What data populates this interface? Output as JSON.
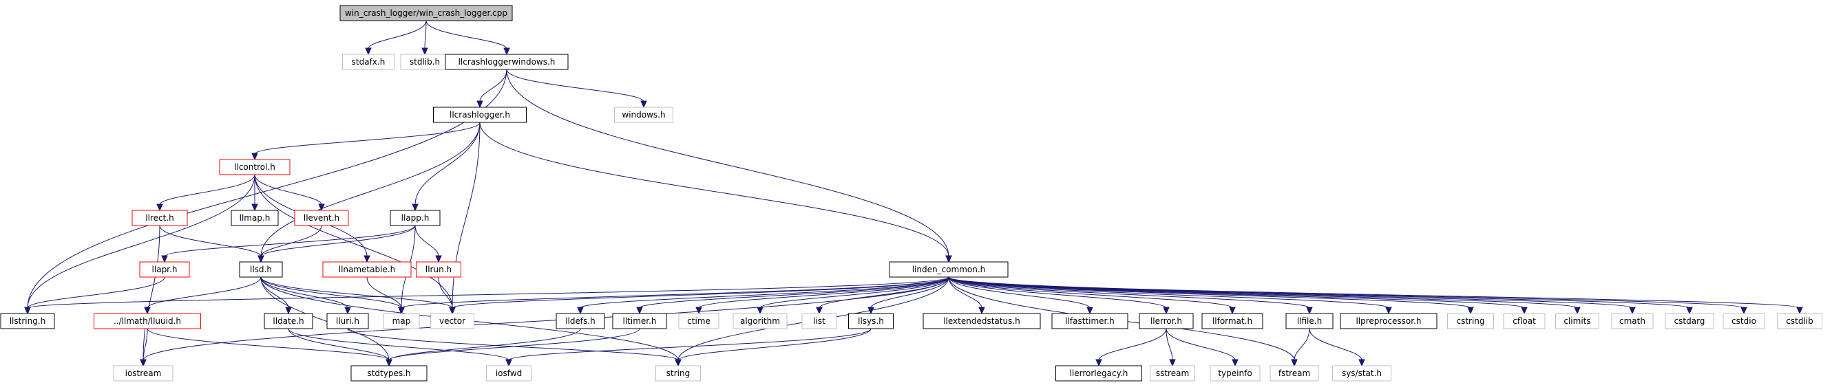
{
  "graph": {
    "nodes": [
      {
        "id": "root",
        "label": "win_crash_logger/win_crash_logger.cpp",
        "style": "root"
      },
      {
        "id": "stdafx",
        "label": "stdafx.h",
        "style": "gray"
      },
      {
        "id": "stdlib_h",
        "label": "stdlib.h",
        "style": "gray"
      },
      {
        "id": "llcrashloggerwindows",
        "label": "llcrashloggerwindows.h",
        "style": "black"
      },
      {
        "id": "windows",
        "label": "windows.h",
        "style": "gray"
      },
      {
        "id": "llcrashlogger",
        "label": "llcrashlogger.h",
        "style": "black"
      },
      {
        "id": "llcontrol",
        "label": "llcontrol.h",
        "style": "red"
      },
      {
        "id": "llrect",
        "label": "llrect.h",
        "style": "red"
      },
      {
        "id": "llmap",
        "label": "llmap.h",
        "style": "black"
      },
      {
        "id": "llevent",
        "label": "llevent.h",
        "style": "red"
      },
      {
        "id": "llapp",
        "label": "llapp.h",
        "style": "black"
      },
      {
        "id": "llapr",
        "label": "llapr.h",
        "style": "red"
      },
      {
        "id": "llsd",
        "label": "llsd.h",
        "style": "black"
      },
      {
        "id": "llnametable",
        "label": "llnametable.h",
        "style": "red"
      },
      {
        "id": "llrun",
        "label": "llrun.h",
        "style": "red"
      },
      {
        "id": "linden_common",
        "label": "linden_common.h",
        "style": "black"
      },
      {
        "id": "llstring",
        "label": "llstring.h",
        "style": "black"
      },
      {
        "id": "lluuid",
        "label": "../llmath/lluuid.h",
        "style": "red"
      },
      {
        "id": "lldate",
        "label": "lldate.h",
        "style": "black"
      },
      {
        "id": "lluri",
        "label": "lluri.h",
        "style": "black"
      },
      {
        "id": "map",
        "label": "map",
        "style": "gray"
      },
      {
        "id": "vector",
        "label": "vector",
        "style": "gray"
      },
      {
        "id": "lldefs",
        "label": "lldefs.h",
        "style": "black"
      },
      {
        "id": "lltimer",
        "label": "lltimer.h",
        "style": "black"
      },
      {
        "id": "ctime",
        "label": "ctime",
        "style": "gray"
      },
      {
        "id": "algorithm",
        "label": "algorithm",
        "style": "gray"
      },
      {
        "id": "list",
        "label": "list",
        "style": "gray"
      },
      {
        "id": "llsys",
        "label": "llsys.h",
        "style": "black"
      },
      {
        "id": "llextendedstatus",
        "label": "llextendedstatus.h",
        "style": "black"
      },
      {
        "id": "llfasttimer",
        "label": "llfasttimer.h",
        "style": "black"
      },
      {
        "id": "llerror",
        "label": "llerror.h",
        "style": "black"
      },
      {
        "id": "llformat",
        "label": "llformat.h",
        "style": "black"
      },
      {
        "id": "llfile",
        "label": "llfile.h",
        "style": "black"
      },
      {
        "id": "llpreprocessor",
        "label": "llpreprocessor.h",
        "style": "black"
      },
      {
        "id": "cstring",
        "label": "cstring",
        "style": "gray"
      },
      {
        "id": "cfloat",
        "label": "cfloat",
        "style": "gray"
      },
      {
        "id": "climits",
        "label": "climits",
        "style": "gray"
      },
      {
        "id": "cmath",
        "label": "cmath",
        "style": "gray"
      },
      {
        "id": "cstdarg",
        "label": "cstdarg",
        "style": "gray"
      },
      {
        "id": "cstdio",
        "label": "cstdio",
        "style": "gray"
      },
      {
        "id": "cstdlib",
        "label": "cstdlib",
        "style": "gray"
      },
      {
        "id": "iostream",
        "label": "iostream",
        "style": "gray"
      },
      {
        "id": "stdtypes",
        "label": "stdtypes.h",
        "style": "black"
      },
      {
        "id": "iosfwd",
        "label": "iosfwd",
        "style": "gray"
      },
      {
        "id": "string",
        "label": "string",
        "style": "gray"
      },
      {
        "id": "llerrorlegacy",
        "label": "llerrorlegacy.h",
        "style": "black"
      },
      {
        "id": "sstream",
        "label": "sstream",
        "style": "gray"
      },
      {
        "id": "typeinfo",
        "label": "typeinfo",
        "style": "gray"
      },
      {
        "id": "fstream",
        "label": "fstream",
        "style": "gray"
      },
      {
        "id": "sys_stat",
        "label": "sys/stat.h",
        "style": "gray"
      }
    ],
    "edges": [
      [
        "root",
        "stdafx"
      ],
      [
        "root",
        "stdlib_h"
      ],
      [
        "root",
        "llcrashloggerwindows"
      ],
      [
        "llcrashloggerwindows",
        "llcrashlogger"
      ],
      [
        "llcrashloggerwindows",
        "windows"
      ],
      [
        "llcrashloggerwindows",
        "llstring"
      ],
      [
        "llcrashloggerwindows",
        "linden_common"
      ],
      [
        "llcrashlogger",
        "llcontrol"
      ],
      [
        "llcrashlogger",
        "llapp"
      ],
      [
        "llcrashlogger",
        "llsd"
      ],
      [
        "llcrashlogger",
        "vector"
      ],
      [
        "llcrashlogger",
        "linden_common"
      ],
      [
        "llcontrol",
        "llrect"
      ],
      [
        "llcontrol",
        "llmap"
      ],
      [
        "llcontrol",
        "llevent"
      ],
      [
        "llcontrol",
        "llstring"
      ],
      [
        "llcontrol",
        "vector"
      ],
      [
        "llcontrol",
        "llnametable"
      ],
      [
        "llrect",
        "llsd"
      ],
      [
        "llrect",
        "iostream"
      ],
      [
        "llevent",
        "llsd"
      ],
      [
        "llapp",
        "llapr"
      ],
      [
        "llapp",
        "llsd"
      ],
      [
        "llapp",
        "llrun"
      ],
      [
        "llapp",
        "map"
      ],
      [
        "llapr",
        "llstring"
      ],
      [
        "llrun",
        "vector"
      ],
      [
        "llsd",
        "lluuid"
      ],
      [
        "llsd",
        "lldate"
      ],
      [
        "llsd",
        "lluri"
      ],
      [
        "llsd",
        "map"
      ],
      [
        "llsd",
        "string"
      ],
      [
        "llsd",
        "vector"
      ],
      [
        "llsd",
        "stdtypes"
      ],
      [
        "llnametable",
        "map"
      ],
      [
        "lluuid",
        "iostream"
      ],
      [
        "lluuid",
        "stdtypes"
      ],
      [
        "lldate",
        "stdtypes"
      ],
      [
        "lldate",
        "iosfwd"
      ],
      [
        "lluri",
        "string"
      ],
      [
        "linden_common",
        "llstring"
      ],
      [
        "linden_common",
        "map"
      ],
      [
        "linden_common",
        "vector"
      ],
      [
        "linden_common",
        "lldefs"
      ],
      [
        "linden_common",
        "lltimer"
      ],
      [
        "linden_common",
        "ctime"
      ],
      [
        "linden_common",
        "algorithm"
      ],
      [
        "linden_common",
        "list"
      ],
      [
        "linden_common",
        "llsys"
      ],
      [
        "linden_common",
        "llextendedstatus"
      ],
      [
        "linden_common",
        "llfasttimer"
      ],
      [
        "linden_common",
        "llerror"
      ],
      [
        "linden_common",
        "llformat"
      ],
      [
        "linden_common",
        "llfile"
      ],
      [
        "linden_common",
        "llpreprocessor"
      ],
      [
        "linden_common",
        "cstring"
      ],
      [
        "linden_common",
        "cfloat"
      ],
      [
        "linden_common",
        "climits"
      ],
      [
        "linden_common",
        "cmath"
      ],
      [
        "linden_common",
        "cstdarg"
      ],
      [
        "linden_common",
        "cstdio"
      ],
      [
        "linden_common",
        "cstdlib"
      ],
      [
        "linden_common",
        "iostream"
      ],
      [
        "linden_common",
        "string"
      ],
      [
        "linden_common",
        "fstream"
      ],
      [
        "lldefs",
        "stdtypes"
      ],
      [
        "lltimer",
        "stdtypes"
      ],
      [
        "llsys",
        "iosfwd"
      ],
      [
        "llsys",
        "string"
      ],
      [
        "llerror",
        "llerrorlegacy"
      ],
      [
        "llerror",
        "sstream"
      ],
      [
        "llerror",
        "typeinfo"
      ],
      [
        "llfile",
        "fstream"
      ],
      [
        "llfile",
        "sys_stat"
      ]
    ]
  }
}
